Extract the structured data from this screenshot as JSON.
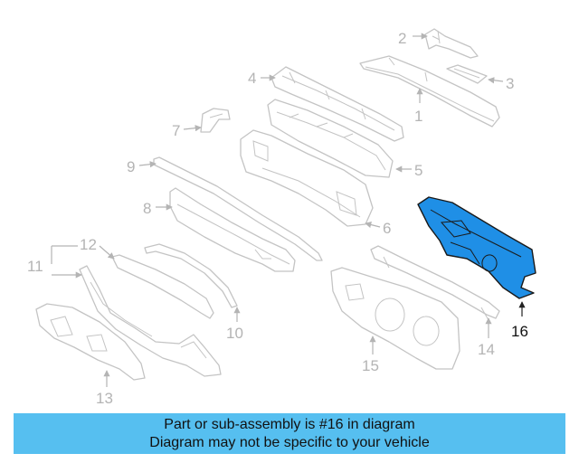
{
  "diagram": {
    "callouts": [
      "1",
      "2",
      "3",
      "4",
      "5",
      "6",
      "7",
      "8",
      "9",
      "10",
      "11",
      "12",
      "13",
      "14",
      "15",
      "16"
    ],
    "highlighted_part": "16"
  },
  "banner": {
    "line1": "Part or sub-assembly is #16 in diagram",
    "line2": "Diagram may not be specific to your vehicle"
  },
  "colors": {
    "highlight": "#1f8fe6",
    "banner": "#56bff0",
    "linework": "#c4c4c4",
    "callout": "#b4b4b4"
  }
}
